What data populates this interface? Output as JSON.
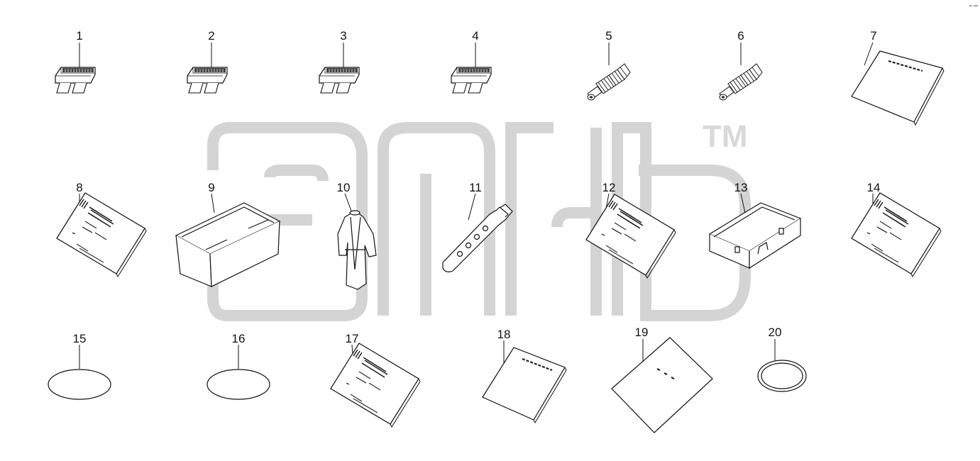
{
  "diagram": {
    "parts": [
      {
        "number": "1",
        "icon": "blade-fuse-icon"
      },
      {
        "number": "2",
        "icon": "blade-fuse-icon"
      },
      {
        "number": "3",
        "icon": "blade-fuse-icon"
      },
      {
        "number": "4",
        "icon": "blade-fuse-icon"
      },
      {
        "number": "5",
        "icon": "cable-gland-icon"
      },
      {
        "number": "6",
        "icon": "cable-gland-icon"
      },
      {
        "number": "7",
        "icon": "manual-booklet-icon"
      },
      {
        "number": "8",
        "icon": "manual-booklet-icon"
      },
      {
        "number": "9",
        "icon": "storage-box-icon"
      },
      {
        "number": "10",
        "icon": "protective-gown-icon"
      },
      {
        "number": "11",
        "icon": "scraper-tool-icon"
      },
      {
        "number": "12",
        "icon": "manual-booklet-icon"
      },
      {
        "number": "13",
        "icon": "tool-case-icon"
      },
      {
        "number": "14",
        "icon": "manual-booklet-icon"
      },
      {
        "number": "15",
        "icon": "oval-label-icon"
      },
      {
        "number": "16",
        "icon": "oval-label-icon"
      },
      {
        "number": "17",
        "icon": "manual-booklet-icon"
      },
      {
        "number": "18",
        "icon": "manual-booklet-icon"
      },
      {
        "number": "19",
        "icon": "document-sheet-icon"
      },
      {
        "number": "20",
        "icon": "o-ring-icon"
      }
    ],
    "watermark": {
      "text": "TM",
      "color": "#d9d9d9"
    },
    "corner_mark": "▪▪ ▪▪▪"
  }
}
